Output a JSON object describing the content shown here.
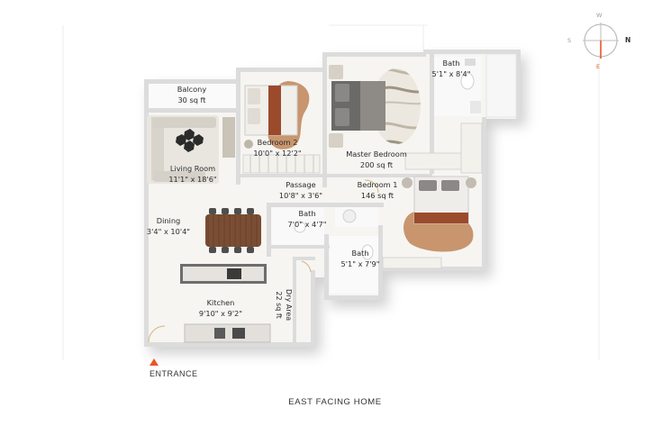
{
  "rooms": {
    "balcony": {
      "name": "Balcony",
      "size": "30 sq ft"
    },
    "living_room": {
      "name": "Living Room",
      "size": "11'1\" x 18'6\""
    },
    "bedroom2": {
      "name": "Bedroom 2",
      "size": "10'0\" x 12'2\""
    },
    "master_bedroom": {
      "name": "Master Bedroom",
      "size": "200 sq ft"
    },
    "bath_master": {
      "name": "Bath",
      "size": "5'1\" x 8'4\""
    },
    "passage": {
      "name": "Passage",
      "size": "10'8\" x 3'6\""
    },
    "bedroom1": {
      "name": "Bedroom 1",
      "size": "146 sq ft"
    },
    "dining": {
      "name": "Dining",
      "size": "3'4\" x 10'4\""
    },
    "bath_common": {
      "name": "Bath",
      "size": "7'0\" x 4'7\""
    },
    "bath_small": {
      "name": "Bath",
      "size": "5'1\" x 7'9\""
    },
    "kitchen": {
      "name": "Kitchen",
      "size": "9'10\" x 9'2\""
    },
    "dry_area": {
      "name": "Dry Area",
      "size": "22 sq ft"
    }
  },
  "entrance_label": "ENTRANCE",
  "caption": "EAST FACING HOME",
  "compass": {
    "north": "N",
    "south": "S",
    "east": "E",
    "west": "W"
  },
  "colors": {
    "entrance_marker": "#e8562a",
    "wall": "#d9d9d9",
    "floor": "#f4f2ee"
  }
}
